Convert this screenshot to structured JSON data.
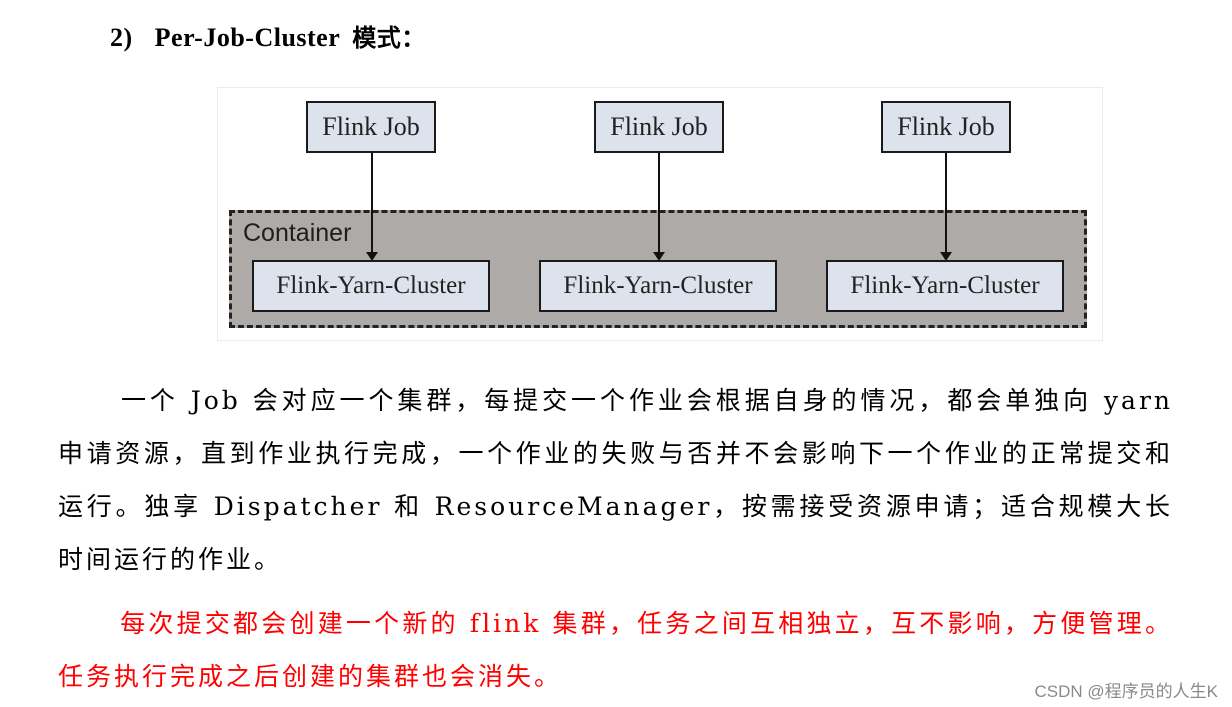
{
  "heading": {
    "number": "2)",
    "title": "Per-Job-Cluster",
    "title_zh": "模式："
  },
  "diagram": {
    "container_label": "Container",
    "jobs": [
      "Flink Job",
      "Flink Job",
      "Flink Job"
    ],
    "clusters": [
      "Flink-Yarn-Cluster",
      "Flink-Yarn-Cluster",
      "Flink-Yarn-Cluster"
    ],
    "colors": {
      "node_fill": "#dde3ed",
      "container_fill": "#aeaaa8",
      "border": "#1a1a1a"
    }
  },
  "paragraphs": [
    {
      "text": "一个 Job 会对应一个集群，每提交一个作业会根据自身的情况，都会单独向 yarn 申请资源，直到作业执行完成，一个作业的失败与否并不会影响下一个作业的正常提交和运行。独享 Dispatcher 和 ResourceManager，按需接受资源申请；适合规模大长时间运行的作业。",
      "color": "#000000"
    },
    {
      "text": "每次提交都会创建一个新的 flink 集群，任务之间互相独立，互不影响，方便管理。任务执行完成之后创建的集群也会消失。",
      "color": "#ff0000"
    }
  ],
  "watermark": "CSDN @程序员的人生K"
}
